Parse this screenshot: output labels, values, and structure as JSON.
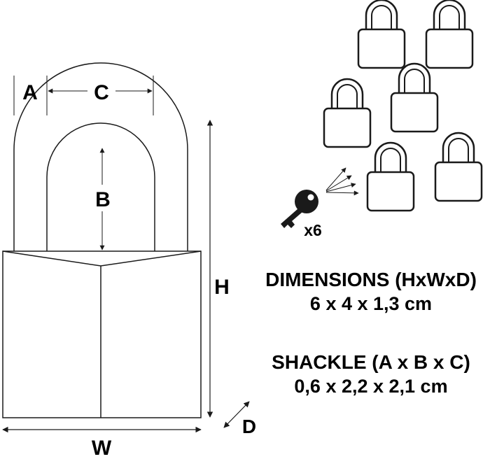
{
  "labels": {
    "a": "A",
    "b": "B",
    "c": "C",
    "d": "D",
    "h": "H",
    "w": "W"
  },
  "keys_count": "x6",
  "dimensions": {
    "title": "DIMENSIONS (HxWxD)",
    "value": "6 x 4 x 1,3 cm"
  },
  "shackle": {
    "title": "SHACKLE (A x B x C)",
    "value": "0,6 x 2,2 x 2,1 cm"
  },
  "colors": {
    "line": "#1a1a1a",
    "background": "#ffffff"
  },
  "icons": [
    "padlock-icon",
    "key-icon"
  ]
}
